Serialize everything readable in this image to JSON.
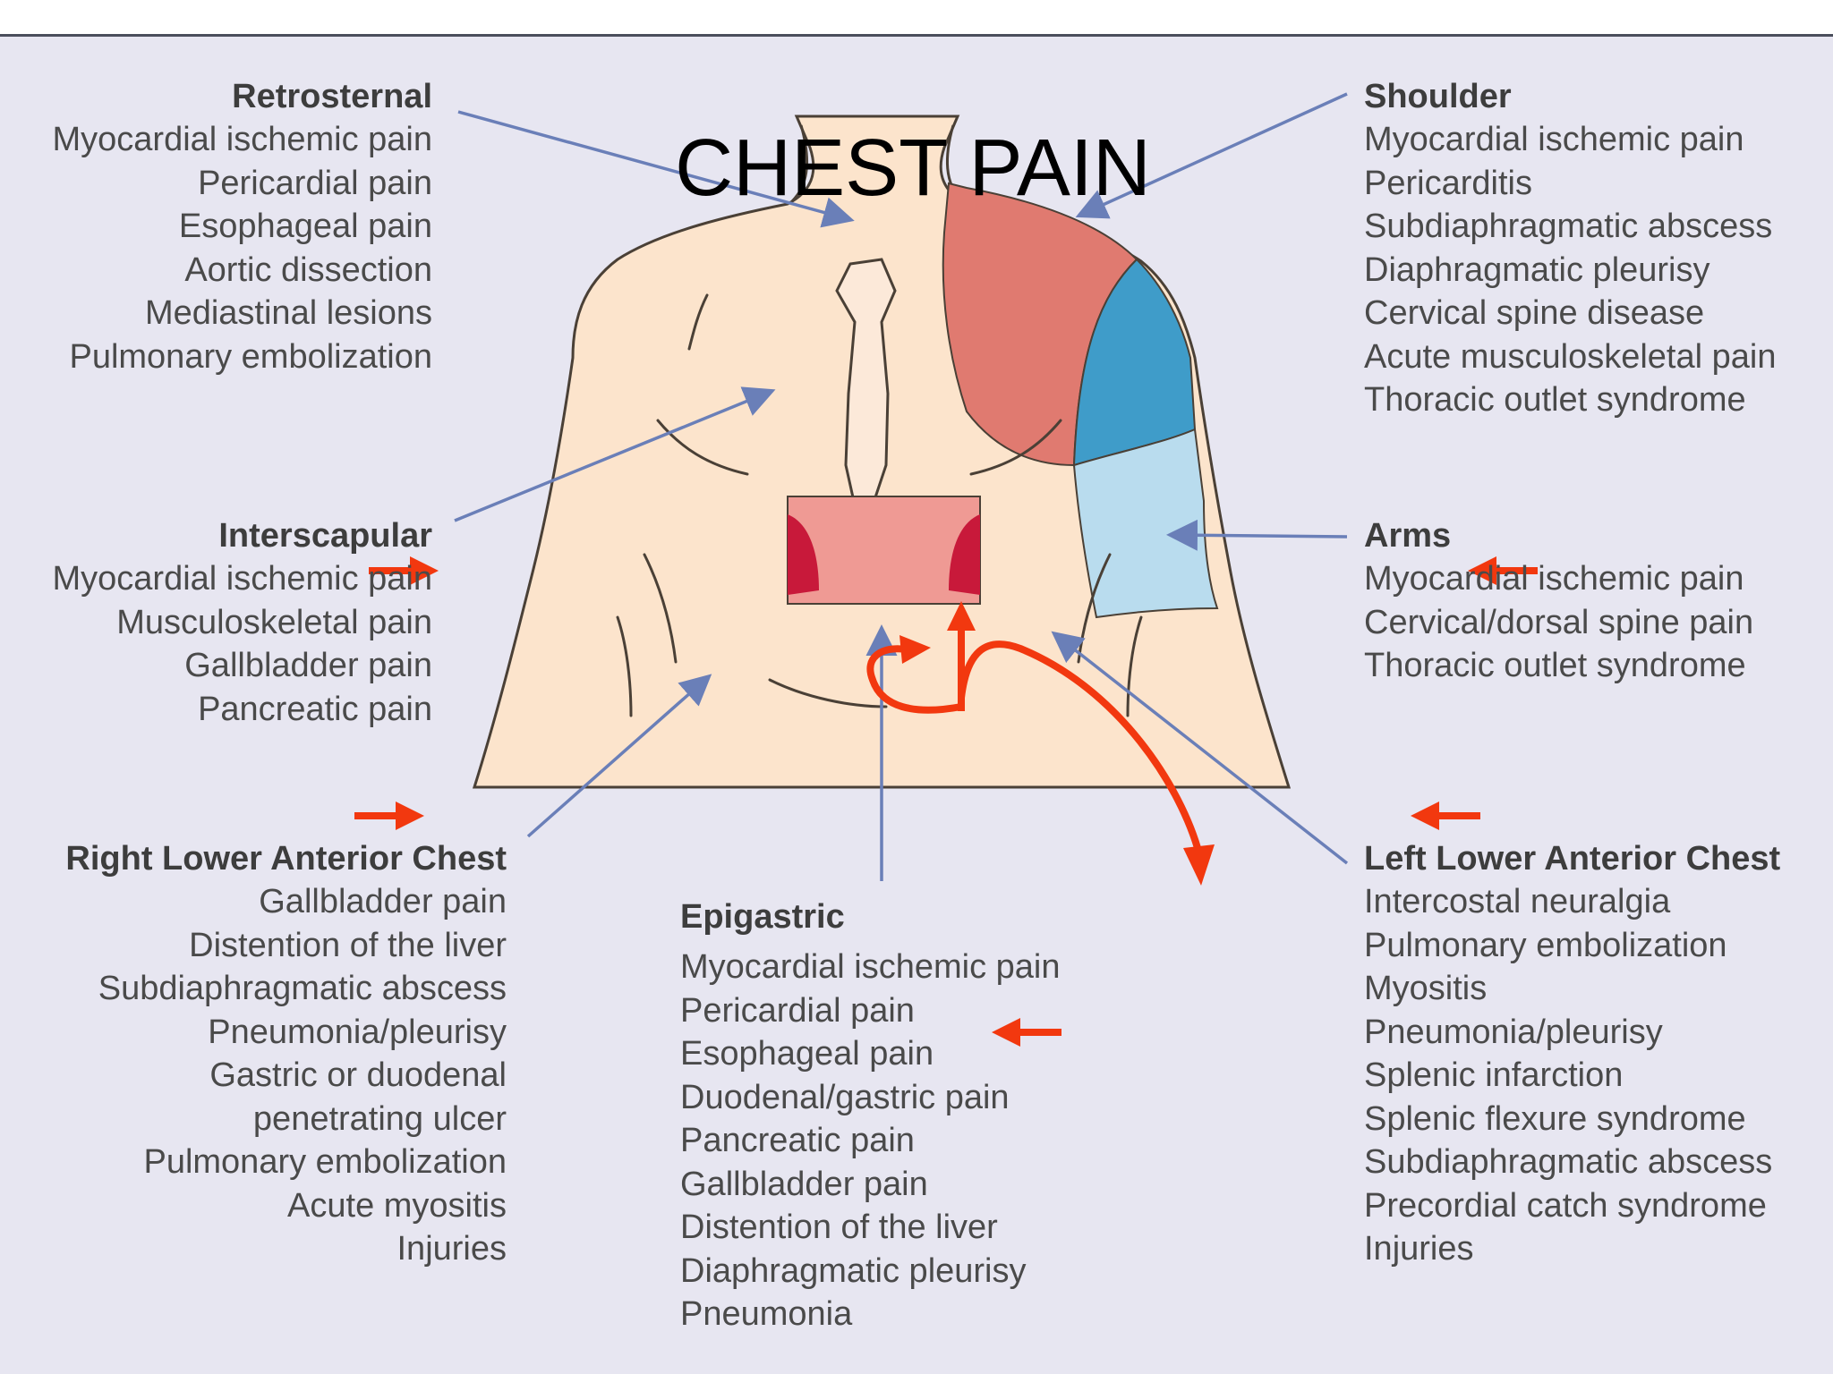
{
  "title": "CHEST PAIN",
  "regions": {
    "retrosternal": {
      "heading": "Retrosternal",
      "items": [
        "Myocardial ischemic pain",
        "Pericardial pain",
        "Esophageal pain",
        "Aortic dissection",
        "Mediastinal lesions",
        "Pulmonary embolization"
      ]
    },
    "shoulder": {
      "heading": "Shoulder",
      "items": [
        "Myocardial ischemic pain",
        "Pericarditis",
        "Subdiaphragmatic abscess",
        "Diaphragmatic pleurisy",
        "Cervical spine disease",
        "Acute musculoskeletal pain",
        "Thoracic outlet syndrome"
      ]
    },
    "interscapular": {
      "heading": "Interscapular",
      "items": [
        "Myocardial ischemic pain",
        "Musculoskeletal pain",
        "Gallbladder pain",
        "Pancreatic pain"
      ]
    },
    "arms": {
      "heading": "Arms",
      "items": [
        "Myocardial ischemic pain",
        "Cervical/dorsal spine pain",
        "Thoracic outlet syndrome"
      ]
    },
    "right_lower_anterior_chest": {
      "heading": "Right Lower Anterior Chest",
      "items": [
        "Gallbladder pain",
        "Distention of the liver",
        "Subdiaphragmatic abscess",
        "Pneumonia/pleurisy",
        "Gastric or duodenal",
        "penetrating ulcer",
        "Pulmonary embolization",
        "Acute myositis",
        "Injuries"
      ]
    },
    "epigastric": {
      "heading": "Epigastric",
      "items": [
        "Myocardial ischemic pain",
        "Pericardial pain",
        "Esophageal pain",
        "Duodenal/gastric pain",
        "Pancreatic pain",
        "Gallbladder pain",
        "Distention of the liver",
        "Diaphragmatic pleurisy",
        "Pneumonia"
      ]
    },
    "left_lower_anterior_chest": {
      "heading": "Left Lower Anterior Chest",
      "items": [
        "Intercostal neuralgia",
        "Pulmonary embolization",
        "Myositis",
        "Pneumonia/pleurisy",
        "Splenic infarction",
        "Splenic flexure syndrome",
        "Subdiaphragmatic abscess",
        "Precordial catch syndrome",
        "Injuries"
      ]
    }
  },
  "colors": {
    "background": "#e7e6f1",
    "skin": "#fce4cc",
    "outline": "#4a4036",
    "shoulder_region": "#e07a70",
    "arm_region_dark": "#3f9cc9",
    "arm_region_light": "#b9dcee",
    "epigastric_center": "#ef9a94",
    "epigastric_sides": "#c8193a",
    "pointer_line": "#6a7fb8",
    "annotation_arrow": "#f2380f"
  }
}
